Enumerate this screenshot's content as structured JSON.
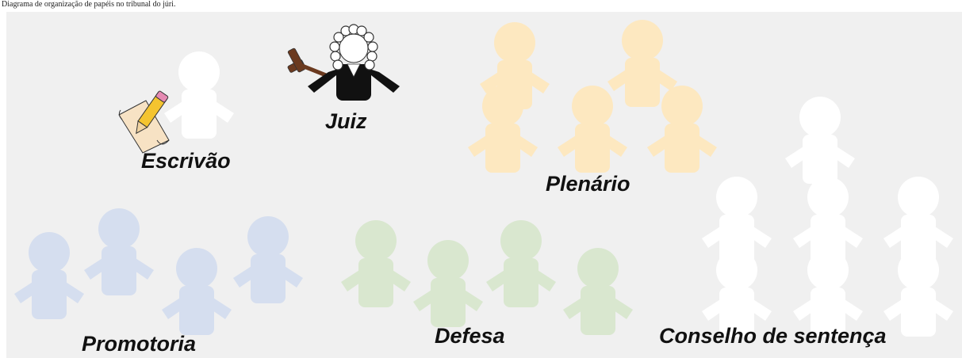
{
  "caption": "Diagrama de organização de papéis no tribunal do júri.",
  "groups": {
    "escrivao": {
      "label": "Escrivão",
      "color": "#ffffff"
    },
    "juiz": {
      "label": "Juiz",
      "color": "#111111"
    },
    "plenario": {
      "label": "Plenário",
      "color": "#fde8c0"
    },
    "promotoria": {
      "label": "Promotoria",
      "color": "#d5deef"
    },
    "defesa": {
      "label": "Defesa",
      "color": "#d9e7cf"
    },
    "conselho": {
      "label": "Conselho de sentença",
      "color": "#ffffff"
    }
  },
  "icons": [
    "person-icon",
    "judge-icon",
    "gavel-icon",
    "paper-icon",
    "pencil-icon"
  ]
}
